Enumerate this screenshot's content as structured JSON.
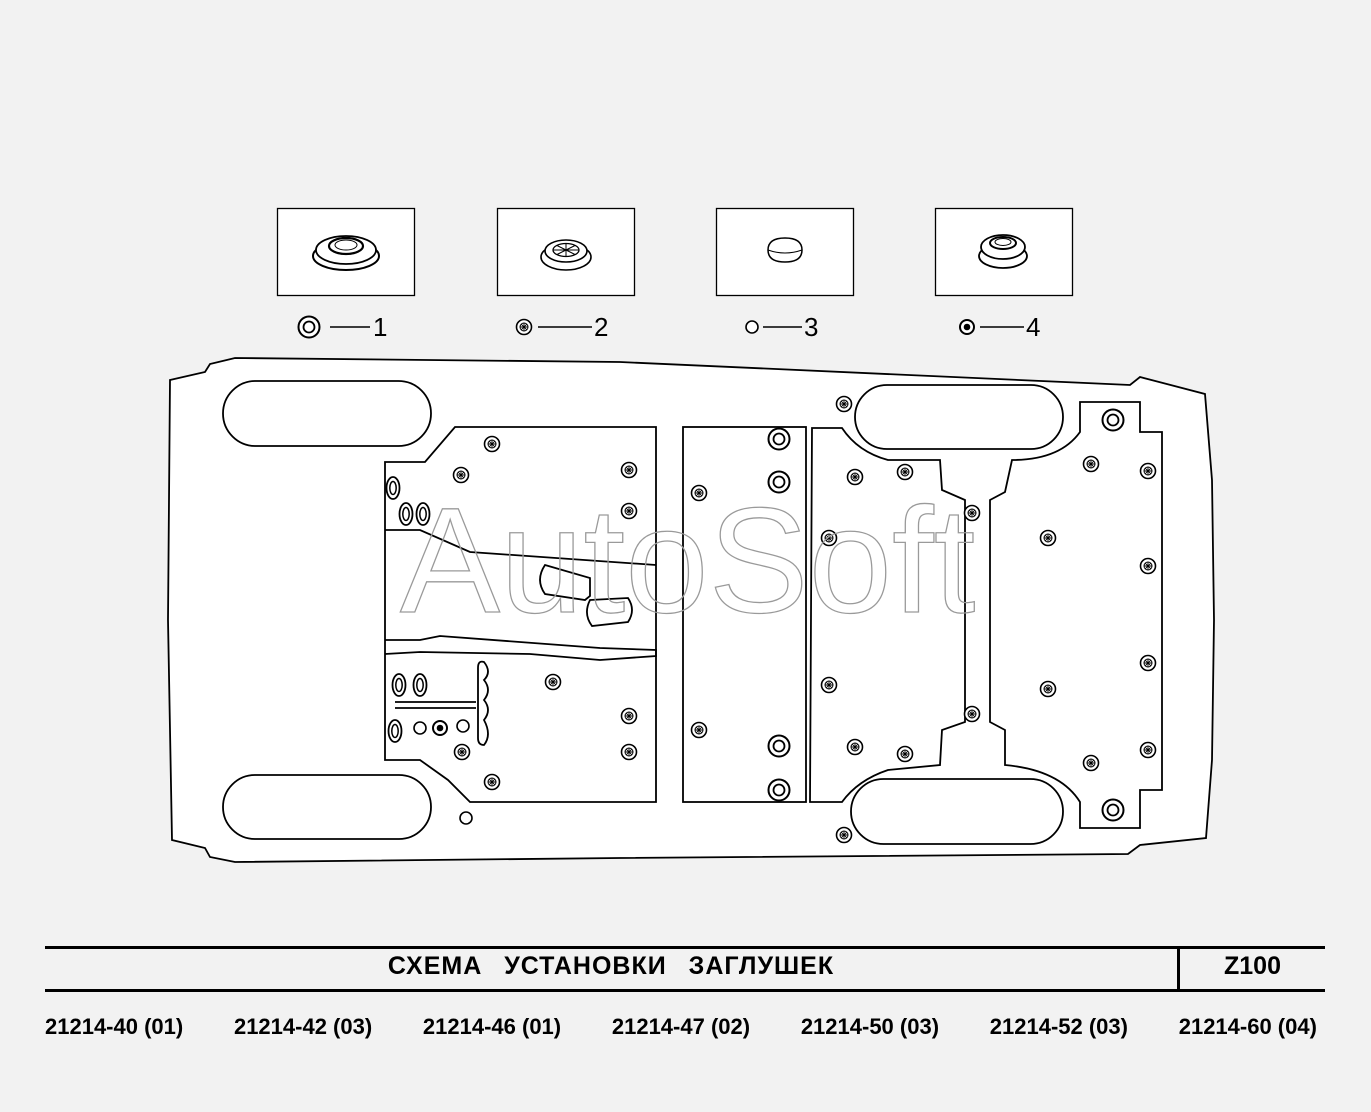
{
  "watermark": "AutoSoft",
  "legend": [
    {
      "number": "1",
      "icon": "double-ring-plug-icon"
    },
    {
      "number": "2",
      "icon": "spoke-plug-icon"
    },
    {
      "number": "3",
      "icon": "small-round-plug-icon"
    },
    {
      "number": "4",
      "icon": "filled-ring-plug-icon"
    }
  ],
  "title_block": {
    "title": "СХЕМА   УСТАНОВКИ   ЗАГЛУШЕК",
    "code": "Z100"
  },
  "models": [
    "21214-40 (01)",
    "21214-42 (03)",
    "21214-46 (01)",
    "21214-47 (02)",
    "21214-50 (03)",
    "21214-52 (03)",
    "21214-60 (04)"
  ],
  "colors": {
    "background": "#f2f2f2",
    "line": "#000000",
    "watermark": "#9a9a9a"
  }
}
